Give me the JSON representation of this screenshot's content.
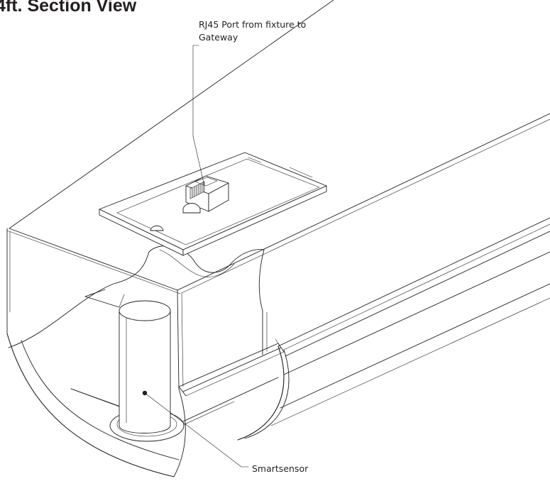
{
  "title": "4ft. Section View",
  "callouts": {
    "rj45_line1": "RJ45 Port from fixture to",
    "rj45_line2": "Gateway",
    "smartsensor": "Smartsensor"
  },
  "colors": {
    "ink": "#231f20",
    "background": "#ffffff"
  }
}
